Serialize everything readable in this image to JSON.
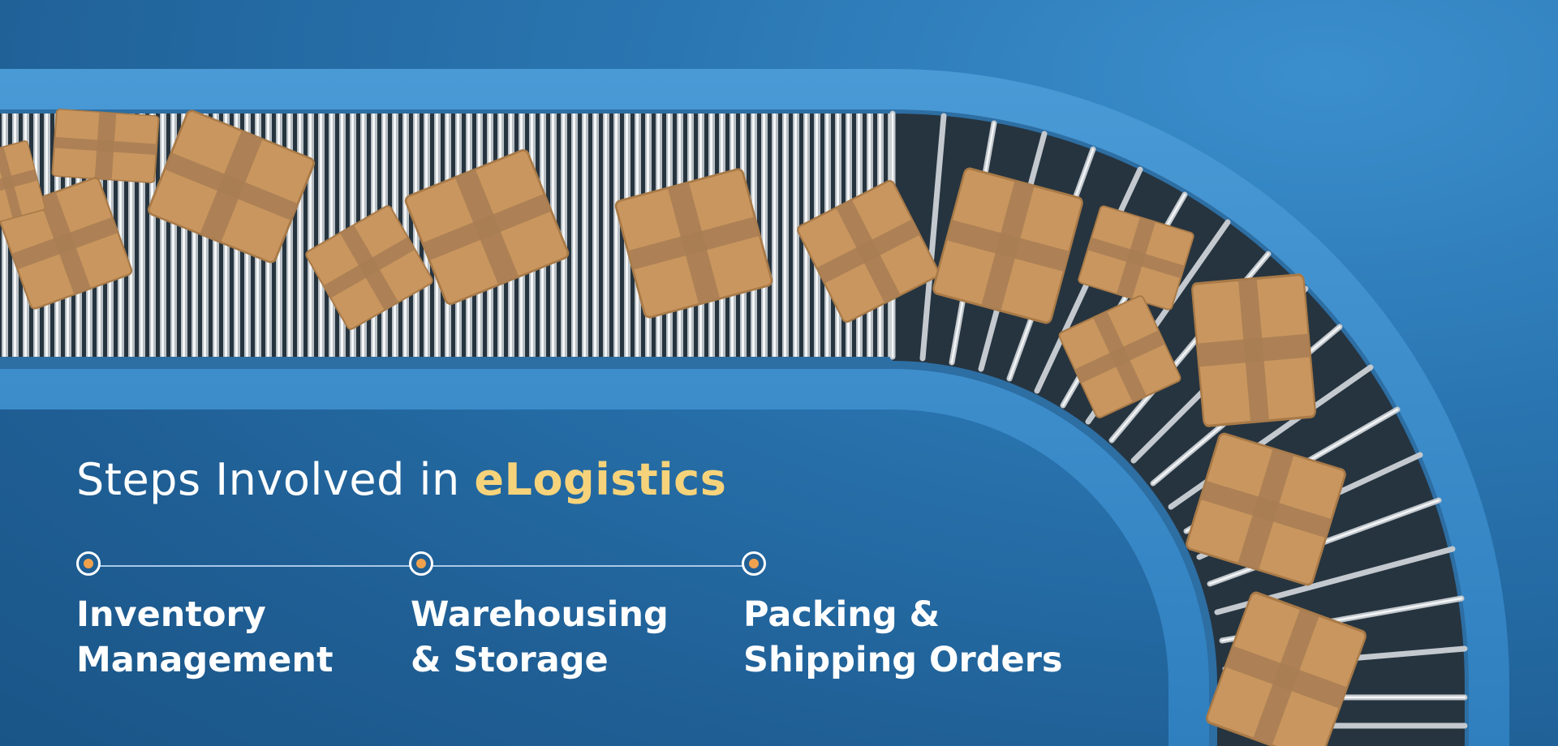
{
  "headline": {
    "prefix": "Steps Involved in",
    "accent": "eLogistics"
  },
  "steps": [
    {
      "line1": "Inventory",
      "line2": "Management"
    },
    {
      "line1": "Warehousing",
      "line2": "& Storage"
    },
    {
      "line1": "Packing &",
      "line2": "Shipping Orders"
    }
  ],
  "colors": {
    "background": "#23689f",
    "accent_text": "#f6d37a",
    "marker_dot": "#f0a14e",
    "box": "#c9965f"
  }
}
